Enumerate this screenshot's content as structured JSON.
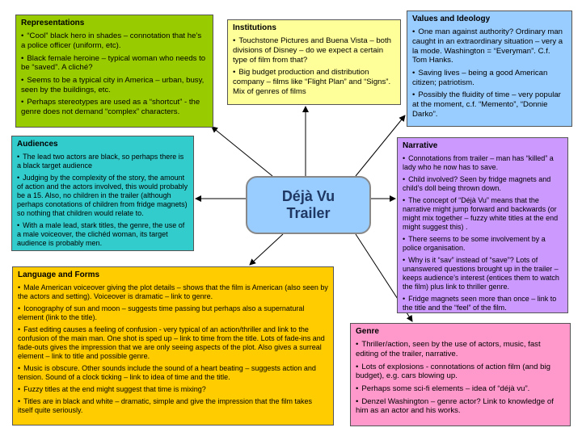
{
  "center": {
    "title_line1": "Déjà Vu",
    "title_line2": "Trailer"
  },
  "representations": {
    "heading": "Representations",
    "items": [
      "“Cool” black hero in shades – connotation that he’s a police officer (uniform, etc).",
      "Black female heroine – typical woman who needs to be “saved”.  A cliché?",
      "Seems to be a typical city in America – urban, busy, seen by the buildings, etc.",
      "Perhaps stereotypes are used as a “shortcut”  - the genre does not demand “complex” characters."
    ]
  },
  "institutions": {
    "heading": "Institutions",
    "items": [
      "Touchstone Pictures and Buena Vista – both divisions of Disney – do we expect a certain type of film from that?",
      "Big budget production and distribution company – films like “Flight Plan” and “Signs”.  Mix of genres of films"
    ]
  },
  "values": {
    "heading": "Values and Ideology",
    "items": [
      "One man against authority?  Ordinary man caught in an extraordinary situation – very a la mode.  Washington = “Everyman”.  C.f. Tom Hanks.",
      "Saving lives – being a good American citizen; patriotism.",
      "Possibly the fluidity of time – very popular at the moment, c.f. “Memento”, “Donnie Darko”."
    ]
  },
  "audiences": {
    "heading": "Audiences",
    "items": [
      "The lead two actors are black, so perhaps there is a black target audience",
      "Judging by the complexity of the story, the amount of action and the actors involved, this would probably be a 15.  Also, no children in the trailer (although perhaps conotations of children from fridge magnets) so nothing that children would relate to.",
      "With a male lead, stark titles, the genre, the use of a male voiceover, the clichéd woman, its target audience is probably men."
    ]
  },
  "narrative": {
    "heading": "Narrative",
    "items": [
      "Connotations from trailer – man has “killed” a lady who he now has to save.",
      "Child involved?  Seen by fridge magnets and child’s doll being thrown down.",
      "The concept of “Déjà Vu” means that the narrative might jump forward and backwards (or might mix together – fuzzy white titles at the end might suggest this) .",
      "There seems to be some involvement by a police organisation.",
      "Why is it “sav” instead of “save”?  Lots of unanswered questions brought up in the trailer – keeps audience’s interest (entices them to watch the film) plus link to thriller genre.",
      "Fridge magnets seen more than once – link to the title and the “feel” of the film."
    ]
  },
  "language": {
    "heading": "Language and Forms",
    "items": [
      "Male American voiceover giving the plot details – shows that the film is American (also seen by the actors and setting).  Voiceover is dramatic – link to genre.",
      "Iconography of sun and moon – suggests time passing but perhaps also a supernatural element (link to the title).",
      "Fast editing causes a feeling of confusion - very typical of an action/thriller and link to the confusion of the main man.  One shot is sped up – link to time from the title.  Lots of fade-ins and fade-outs gives the impression that we are only seeing aspects of the plot.  Also gives a surreal element – link to title and possible genre.",
      "Music is obscure.  Other sounds include the sound of a heart beating – suggests  action and tension.  Sound of a clock ticking – link to idea of time and the title.",
      "Fuzzy titles at the end might suggest that time is mixing?",
      "Titles are in black and white – dramatic, simple and give the impression that the film takes itself quite seriously."
    ]
  },
  "genre": {
    "heading": "Genre",
    "items": [
      "Thriller/action, seen by the use of actors, music, fast editing of the trailer, narrative.",
      "Lots of explosions  - connotations of action film (and big budget), e.g. cars blowing up.",
      "Perhaps some sci-fi elements – idea of “déjà vu”.",
      "Denzel Washington – genre actor?  Link to knowledge of him as an actor and his works."
    ]
  },
  "colors": {
    "representations": "#99cc00",
    "institutions": "#ffff99",
    "values": "#99ccff",
    "audiences": "#33cccc",
    "narrative": "#cc99ff",
    "language": "#ffcc00",
    "genre": "#ff99cc",
    "center": "#99ccff"
  }
}
